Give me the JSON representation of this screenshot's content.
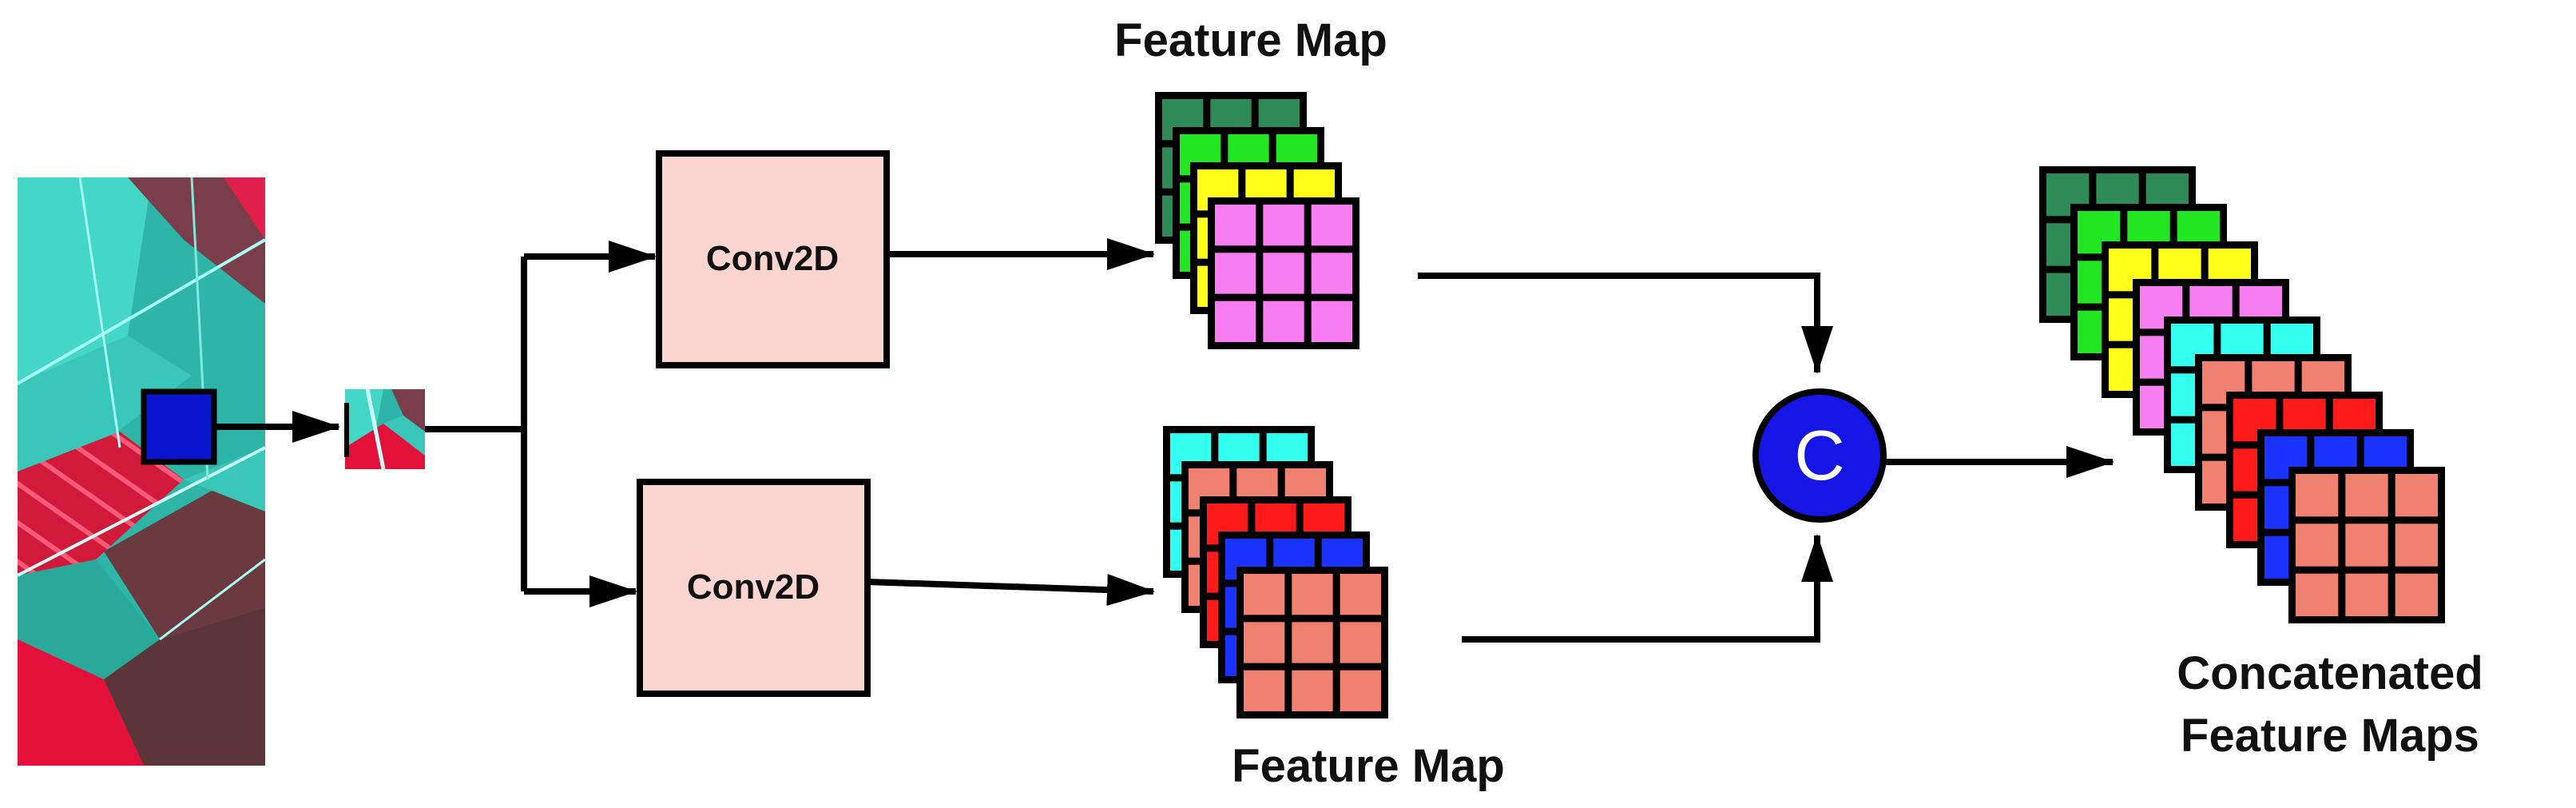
{
  "labels": {
    "feature_map_top": "Feature Map",
    "feature_map_bottom": "Feature Map",
    "concat_line1": "Concatenated",
    "concat_line2": "Feature Maps"
  },
  "blocks": {
    "conv_top": "Conv2D",
    "conv_bottom": "Conv2D",
    "concat_symbol": "C"
  },
  "colors": {
    "dark_green": "#2e8b57",
    "green": "#22e622",
    "yellow": "#ffff1a",
    "pink": "#f77ef0",
    "cyan": "#33ffee",
    "salmon": "#f08070",
    "red": "#ff1a1a",
    "blue": "#1a33ff",
    "conv_fill": "#fdd5d0",
    "concat_fill": "#1515e6",
    "patch_marker": "#0a14cc"
  },
  "stacks": {
    "top": [
      "dark_green",
      "green",
      "yellow",
      "pink"
    ],
    "bottom": [
      "cyan",
      "salmon",
      "red",
      "blue",
      "salmon"
    ],
    "concat": [
      "dark_green",
      "green",
      "yellow",
      "pink",
      "cyan",
      "salmon",
      "red",
      "blue",
      "salmon"
    ]
  }
}
